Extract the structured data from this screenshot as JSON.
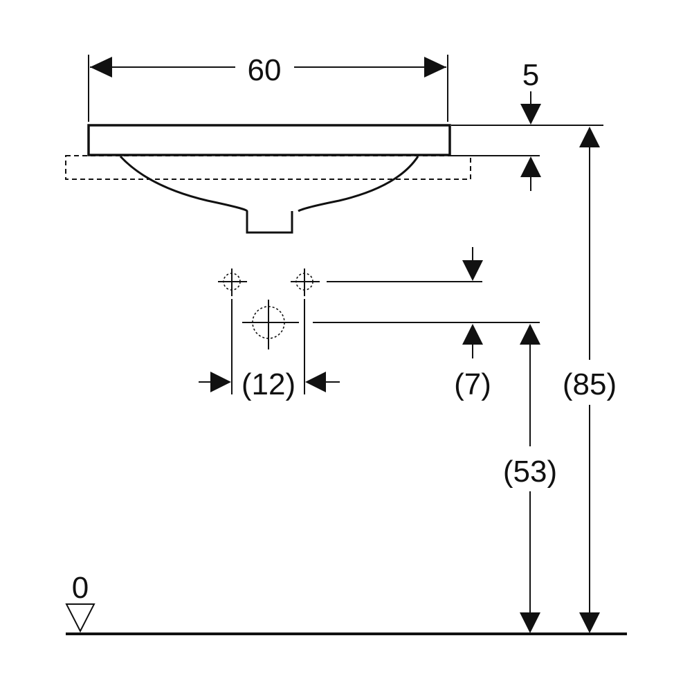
{
  "dimensions": {
    "width": "60",
    "rim_thickness": "5",
    "tap_hole_spacing": "(12)",
    "tap_to_drain_offset": "(7)",
    "drain_height": "(53)",
    "rim_height": "(85)",
    "floor_level": "0"
  },
  "colors": {
    "line": "#111111",
    "background": "#ffffff"
  },
  "icons": {
    "floor_marker": "triangle-down-icon",
    "arrowheads": "arrowhead-icon"
  }
}
